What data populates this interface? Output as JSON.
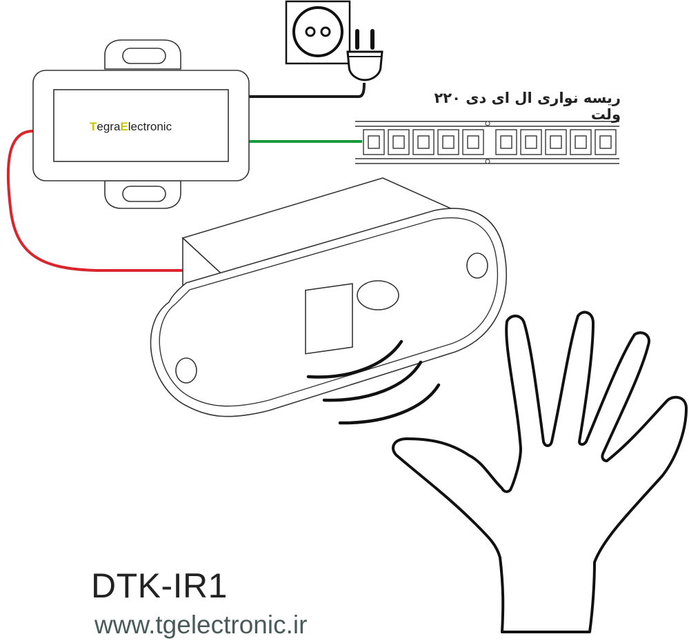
{
  "controller": {
    "brand_part1_initial": "T",
    "brand_part1_rest": "egra",
    "brand_part2_initial": "E",
    "brand_part2_rest": "lectronic"
  },
  "strip_label": "ریسه نواری ال ای دی ۲۲۰ ولت",
  "model": "DTK-IR1",
  "website": "www.tgelectronic.ir",
  "colors": {
    "red_wire": "#d9252b",
    "green_wire": "#1a9a3c",
    "black_wire": "#1a1a1a",
    "brand_highlight": "#c9c400"
  }
}
